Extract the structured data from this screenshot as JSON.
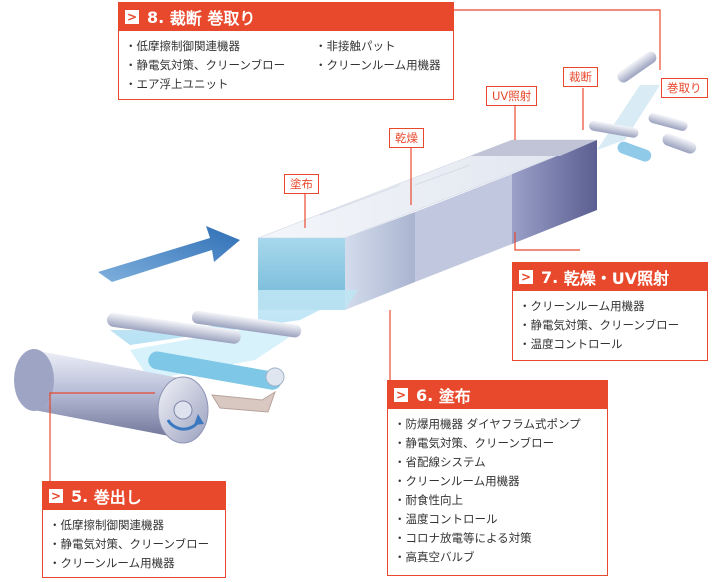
{
  "panels": {
    "p8": {
      "number": "8.",
      "title": "裁断 巻取り",
      "items_left": [
        "低摩擦制御関連機器",
        "静電気対策、クリーンブロー",
        "エア浮上ユニット"
      ],
      "items_right": [
        "非接触パット",
        "クリーンルーム用機器"
      ]
    },
    "p7": {
      "number": "7.",
      "title": "乾燥・UV照射",
      "items": [
        "クリーンルーム用機器",
        "静電気対策、クリーンブロー",
        "温度コントロール"
      ]
    },
    "p6": {
      "number": "6.",
      "title": "塗布",
      "items": [
        "防爆用機器 ダイヤフラム式ポンプ",
        "静電気対策、クリーンブロー",
        "省配線システム",
        "クリーンルーム用機器",
        "耐食性向上",
        "温度コントロール",
        "コロナ放電等による対策",
        "高真空バルブ"
      ]
    },
    "p5": {
      "number": "5.",
      "title": "巻出し",
      "items": [
        "低摩擦制御関連機器",
        "静電気対策、クリーンブロー",
        "クリーンルーム用機器"
      ]
    }
  },
  "tags": {
    "coating": "塗布",
    "drying": "乾燥",
    "uv": "UV照射",
    "cutting": "裁断",
    "winding": "巻取り"
  },
  "colors": {
    "accent": "#e8492c",
    "arrow": "#3a78c0"
  }
}
